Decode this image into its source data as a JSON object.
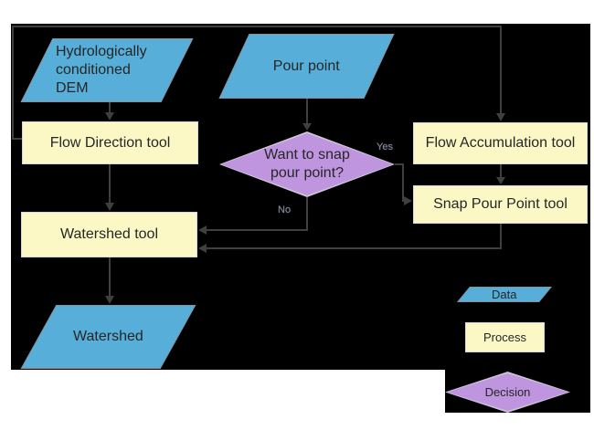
{
  "colors": {
    "page": "#ffffff",
    "background": "#000000",
    "data_fill": "#57aed8",
    "process_fill": "#fbf8c5",
    "decision_fill": "#bf95df",
    "connector": "#3f3f3f",
    "text": "#262626"
  },
  "diagram": {
    "nodes": {
      "dem": "Hydrologically conditioned DEM",
      "pour_point": "Pour point",
      "flow_direction": "Flow Direction tool",
      "flow_accumulation": "Flow Accumulation tool",
      "snap_pour_point": "Snap Pour Point tool",
      "watershed_tool": "Watershed tool",
      "decision": "Want to snap pour point?",
      "watershed": "Watershed"
    },
    "edge_labels": {
      "yes": "Yes",
      "no": "No"
    },
    "legend": {
      "data": "Data",
      "process": "Process",
      "decision": "Decision"
    }
  }
}
